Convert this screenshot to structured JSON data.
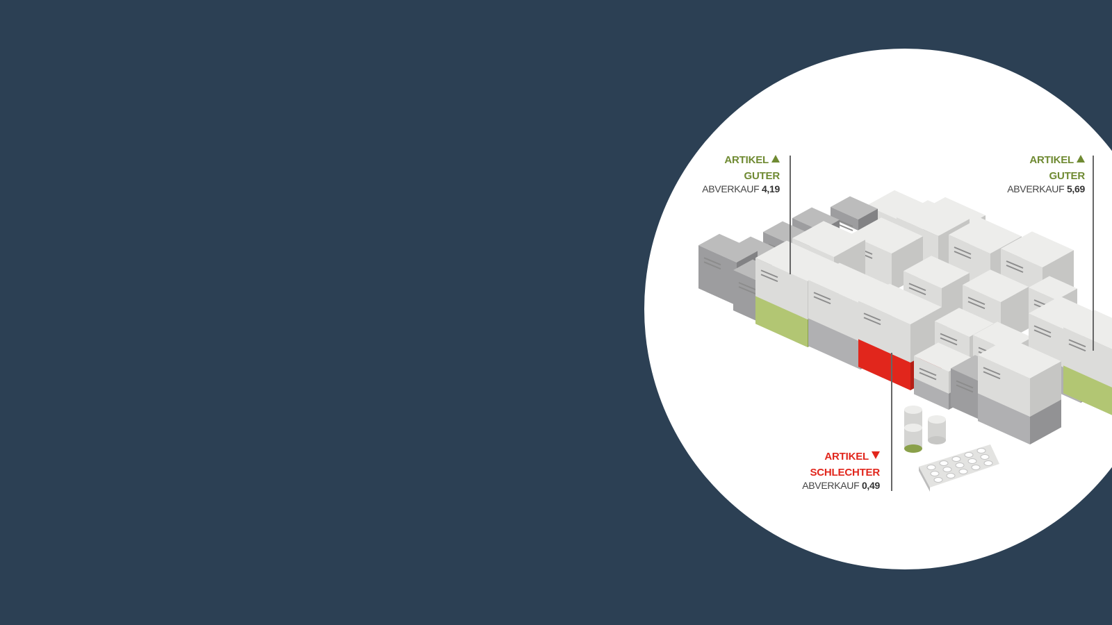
{
  "colors": {
    "background": "#2c4054",
    "circle": "#ffffff",
    "good": "#6f8a32",
    "bad": "#e1261c"
  },
  "callouts": [
    {
      "title": "ARTIKEL",
      "rating": "GUTER",
      "metric": "ABVERKAUF",
      "value": "4,19",
      "trend": "up"
    },
    {
      "title": "ARTIKEL",
      "rating": "GUTER",
      "metric": "ABVERKAUF",
      "value": "5,69",
      "trend": "up"
    },
    {
      "title": "ARTIKEL",
      "rating": "SCHLECHTER",
      "metric": "ABVERKAUF",
      "value": "0,49",
      "trend": "down"
    }
  ]
}
